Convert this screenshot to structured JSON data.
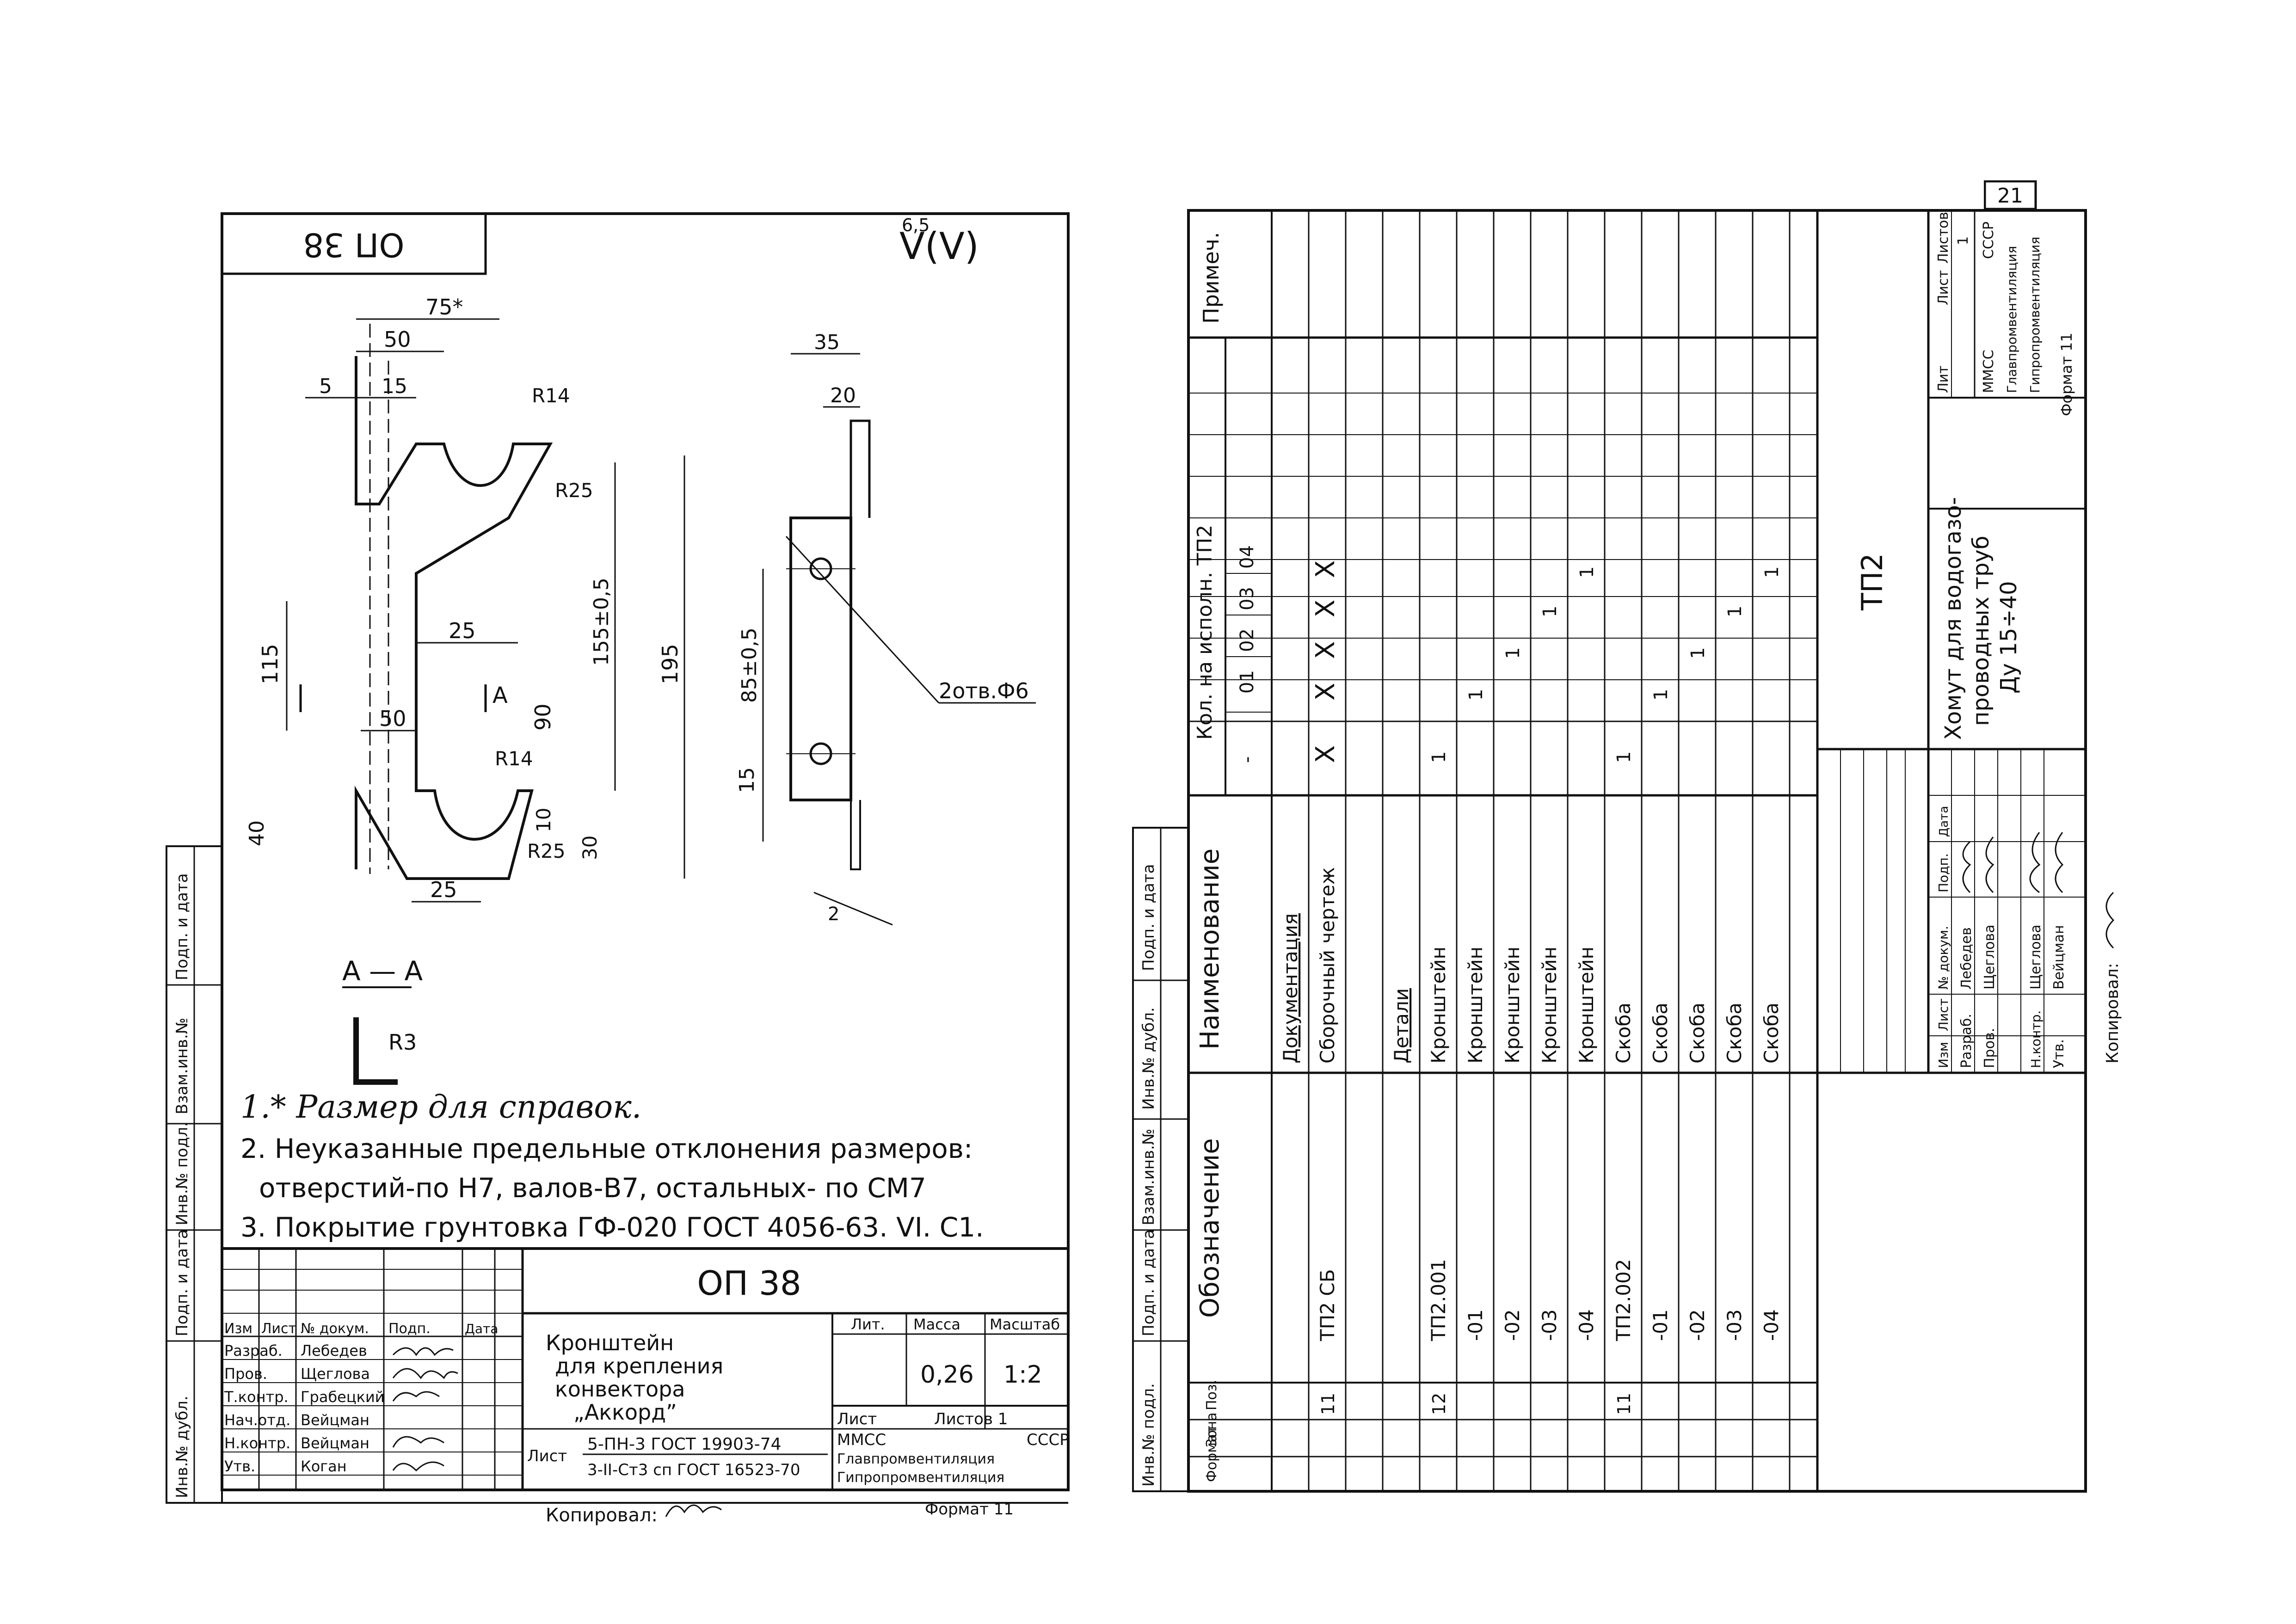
{
  "page_number": "21",
  "left_sheet": {
    "stamp_top": "ОП 38",
    "roughness": "V(V)",
    "roughness_value": "6,5",
    "dims": {
      "d75": "75*",
      "d50_top": "50",
      "d5": "5",
      "d15": "15",
      "r14_top": "R14",
      "r25_top": "R25",
      "d25_mid": "25",
      "d115": "115",
      "d155": "155±0,5",
      "d195": "195",
      "d50_mid": "50",
      "d90": "90",
      "r14_bot": "R14",
      "d10": "10",
      "r25_bot": "R25",
      "d30": "30",
      "d40": "40",
      "d25_bot": "25",
      "d35": "35",
      "d20": "20",
      "d85": "85±0,5",
      "d15_side": "15",
      "holes": "2отв.Ф6",
      "section_a": "A",
      "angle": "2"
    },
    "section_label": "А — А",
    "section_r3": "R3",
    "notes": [
      "1.* Размер для справок.",
      "2. Неуказанные предельные отклонения размеров:",
      "отверстий-по Н7, валов-В7, остальных- по СМ7",
      "3. Покрытие грунтовка ГФ-020 ГОСТ 4056-63. VI. С1."
    ],
    "title_block": {
      "designation": "ОП 38",
      "name": [
        "Кронштейн",
        "для крепления",
        "конвектора",
        "„Аккорд”"
      ],
      "col_headers": [
        "Изм",
        "Лист",
        "№ докум.",
        "Подп.",
        "Дата"
      ],
      "roles": [
        "Разраб.",
        "Пров.",
        "Т.контр.",
        "Нач.отд.",
        "Н.контр.",
        "Утв."
      ],
      "people": [
        "Лебедев",
        "Щеглова",
        "Грабецкий",
        "Вейцман",
        "Вейцман",
        "Коган"
      ],
      "lit_label": "Лит.",
      "mass_label": "Масса",
      "scale_label": "Масштаб",
      "mass": "0,26",
      "scale": "1:2",
      "sheet_label": "Лист",
      "sheets_label": "Листов 1",
      "material_label": "Лист",
      "material_line1": "5-ПН-3 ГОСТ 19903-74",
      "material_line2": "3-II-Ст3 сп ГОСТ 16523-70",
      "org": [
        "ММСС",
        "СССР",
        "Главпромвентиляция",
        "Гипропромвентиляция"
      ]
    },
    "side_stamps": [
      "Подп. и дата",
      "Взам.инв.№",
      "Инв.№ подл.",
      "Подп. и дата",
      "Инв.№ дубл."
    ],
    "copied": "Копировал:",
    "format": "Формат 11"
  },
  "right_sheet": {
    "headers": {
      "format": "Формат",
      "zone": "Зона",
      "pos": "Поз.",
      "designation": "Обозначение",
      "name": "Наименование",
      "qty": "Кол. на исполн. ТП2",
      "note": "Примеч."
    },
    "qty_cols": [
      "-",
      "01",
      "02",
      "03",
      "04"
    ],
    "rows": [
      {
        "pos": "",
        "designation": "",
        "name": "Документация",
        "underline": true,
        "q": [
          "",
          "",
          "",
          "",
          ""
        ]
      },
      {
        "pos": "11",
        "designation": "ТП2 СБ",
        "name": "Сборочный чертеж",
        "q": [
          "X",
          "X",
          "X",
          "X",
          "X"
        ]
      },
      {
        "pos": "",
        "designation": "",
        "name": "",
        "q": [
          "",
          "",
          "",
          "",
          ""
        ]
      },
      {
        "pos": "",
        "designation": "",
        "name": "Детали",
        "underline": true,
        "q": [
          "",
          "",
          "",
          "",
          ""
        ]
      },
      {
        "pos": "12",
        "designation": "ТП2.001",
        "name": "Кронштейн",
        "q": [
          "1",
          "",
          "",
          "",
          ""
        ]
      },
      {
        "pos": "",
        "designation": "-01",
        "name": "Кронштейн",
        "q": [
          "",
          "1",
          "",
          "",
          ""
        ]
      },
      {
        "pos": "",
        "designation": "-02",
        "name": "Кронштейн",
        "q": [
          "",
          "",
          "1",
          "",
          ""
        ]
      },
      {
        "pos": "",
        "designation": "-03",
        "name": "Кронштейн",
        "q": [
          "",
          "",
          "",
          "1",
          ""
        ]
      },
      {
        "pos": "",
        "designation": "-04",
        "name": "Кронштейн",
        "q": [
          "",
          "",
          "",
          "",
          "1"
        ]
      },
      {
        "pos": "11",
        "designation": "ТП2.002",
        "name": "Скоба",
        "q": [
          "1",
          "",
          "",
          "",
          ""
        ]
      },
      {
        "pos": "",
        "designation": "-01",
        "name": "Скоба",
        "q": [
          "",
          "1",
          "",
          "",
          ""
        ]
      },
      {
        "pos": "",
        "designation": "-02",
        "name": "Скоба",
        "q": [
          "",
          "",
          "1",
          "",
          ""
        ]
      },
      {
        "pos": "",
        "designation": "-03",
        "name": "Скоба",
        "q": [
          "",
          "",
          "",
          "1",
          ""
        ]
      },
      {
        "pos": "",
        "designation": "-04",
        "name": "Скоба",
        "q": [
          "",
          "",
          "",
          "",
          "1"
        ]
      }
    ],
    "title_block": {
      "designation": "ТП2",
      "name": [
        "Хомут для водогазо-",
        "проводных труб",
        "Ду 15÷40"
      ],
      "col_headers": [
        "Изм",
        "Лист",
        "№ докум.",
        "Подп.",
        "Дата"
      ],
      "roles": [
        "Разраб.",
        "Пров.",
        "",
        "Н.контр.",
        "Утв."
      ],
      "people": [
        "Лебедев",
        "Щеглова",
        "",
        "Щеглова",
        "Вейцман"
      ],
      "lit_label": "Лит",
      "sheet_label": "Лист",
      "sheets_label": "Листов",
      "sheets_value": "1",
      "org": [
        "ММСС",
        "СССР",
        "Главпромвентиляция",
        "Гипропромвентиляция"
      ]
    },
    "side_stamps": [
      "Подп. и дата",
      "Инв.№ дубл.",
      "Взам.инв.№",
      "Подп. и дата",
      "Инв.№ подл."
    ],
    "copied": "Копировал:",
    "format": "Формат 11"
  }
}
